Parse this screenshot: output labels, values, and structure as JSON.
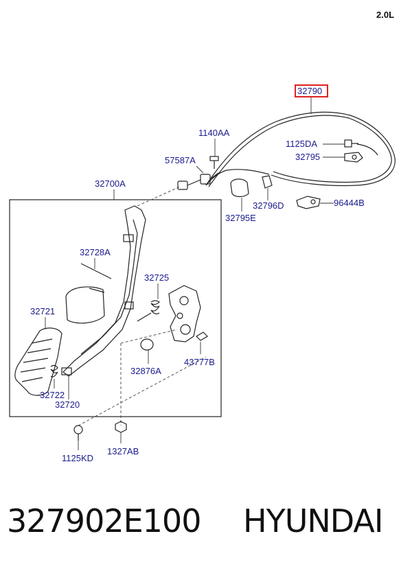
{
  "diagram": {
    "engine_label": "2.0L",
    "highlight_color": "#e02020",
    "label_color": "#1a1a8c",
    "labels": {
      "cable": "32790",
      "bolt_1140": "1140AA",
      "bolt_1125da": "1125DA",
      "clip_32795": "32795",
      "nut_57587": "57587A",
      "pedal_assy": "32700A",
      "bracket_32796d": "32796D",
      "grommet_32795e": "32795E",
      "bracket_96444": "96444B",
      "pin_32728": "32728A",
      "spring_32725": "32725",
      "pad_32721": "32721",
      "stopper_32876": "32876A",
      "clip_43777": "43777B",
      "spring_32722": "32722",
      "arm_32720": "32720",
      "bolt_1125kd": "1125KD",
      "nut_1327": "1327AB"
    }
  },
  "footer": {
    "part_number": "327902E100",
    "brand": "HYUNDAI"
  }
}
